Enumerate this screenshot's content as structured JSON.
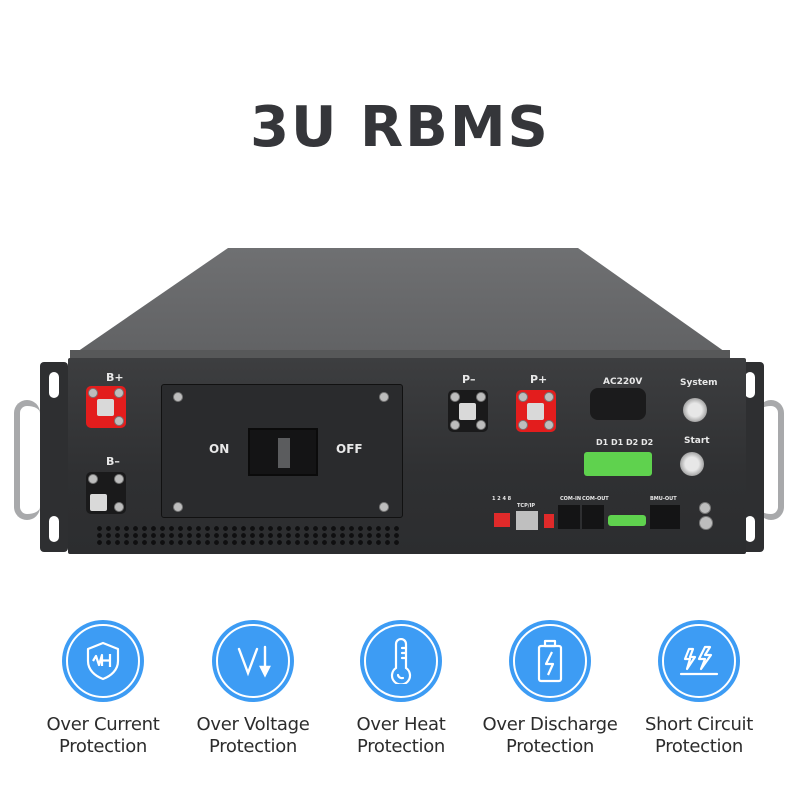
{
  "title": "3U RBMS",
  "device": {
    "terminals": {
      "b_plus": "B+",
      "b_minus": "B–",
      "p_minus": "P–",
      "p_plus": "P+"
    },
    "breaker": {
      "on_label": "ON",
      "off_label": "OFF"
    },
    "ac_label": "AC220V",
    "dry_contact_label": "D1 D1 D2 D2",
    "system_button_label": "System",
    "start_button_label": "Start",
    "ports": {
      "dip_numbers": "1 2 4 8",
      "tcp_ip": "TCP/IP",
      "com_in": "COM-IN",
      "com_out": "COM-OUT",
      "bmu_out": "BMU-OUT"
    },
    "colors": {
      "positive_terminal": "#e31d1d",
      "dry_contact_connector": "#5fd24e",
      "chassis": "#2f3032"
    }
  },
  "features": [
    {
      "icon": "shield-current-icon",
      "line1": "Over Current",
      "line2": "Protection"
    },
    {
      "icon": "voltage-down-icon",
      "line1": "Over Voltage",
      "line2": "Protection"
    },
    {
      "icon": "thermometer-icon",
      "line1": "Over Heat",
      "line2": "Protection"
    },
    {
      "icon": "battery-bolt-icon",
      "line1": "Over Discharge",
      "line2": "Protection"
    },
    {
      "icon": "short-circuit-icon",
      "line1": "Short Circuit",
      "line2": "Protection"
    }
  ],
  "accent_color": "#3d9cf4"
}
